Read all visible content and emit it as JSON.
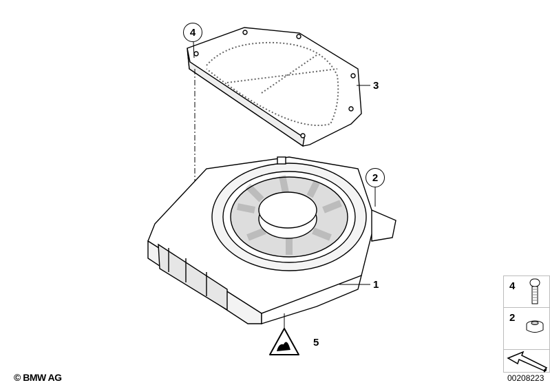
{
  "diagram": {
    "callouts": [
      {
        "number": "1",
        "style": "plain"
      },
      {
        "number": "2",
        "style": "circled"
      },
      {
        "number": "3",
        "style": "plain"
      },
      {
        "number": "4",
        "style": "circled"
      },
      {
        "number": "5",
        "style": "plain"
      }
    ],
    "legend": [
      {
        "number": "4",
        "part_icon": "bolt-icon"
      },
      {
        "number": "2",
        "part_icon": "nut-icon"
      }
    ],
    "navigation_icon": "arrow-icon",
    "warning_icon": "electrostatic-warning-icon",
    "copyright": "© BMW AG",
    "document_number": "00208223"
  }
}
